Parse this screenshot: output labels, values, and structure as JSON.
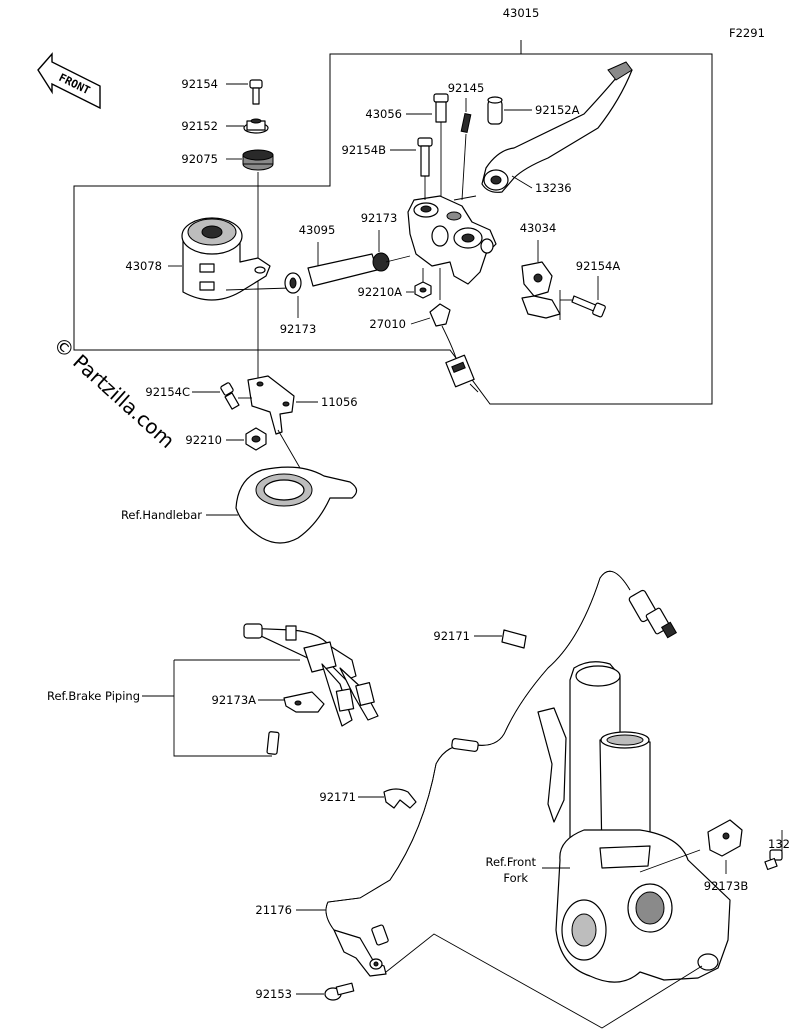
{
  "figure_code": "F2291",
  "watermark": "© Partzilla.com",
  "front_arrow_label": "FRONT",
  "part_labels": {
    "p43015": "43015",
    "p92154": "92154",
    "p92152": "92152",
    "p92075": "92075",
    "p43078": "43078",
    "p43095": "43095",
    "p92173_top": "92173",
    "p92173_low": "92173",
    "p43056": "43056",
    "p92145": "92145",
    "p92152A": "92152A",
    "p92154B": "92154B",
    "p13236": "13236",
    "p43034": "43034",
    "p92154A": "92154A",
    "p92210A": "92210A",
    "p27010": "27010",
    "p92154C": "92154C",
    "p11056": "11056",
    "p92210": "92210",
    "ref_handlebar": "Ref.Handlebar",
    "p92171_top": "92171",
    "ref_brake_piping": "Ref.Brake Piping",
    "p92173A": "92173A",
    "p92171_low": "92171",
    "ref_front_fork_1": "Ref.Front",
    "ref_front_fork_2": "Fork",
    "p92173B": "92173B",
    "p132": "132",
    "p21176": "21176",
    "p92153": "92153"
  }
}
